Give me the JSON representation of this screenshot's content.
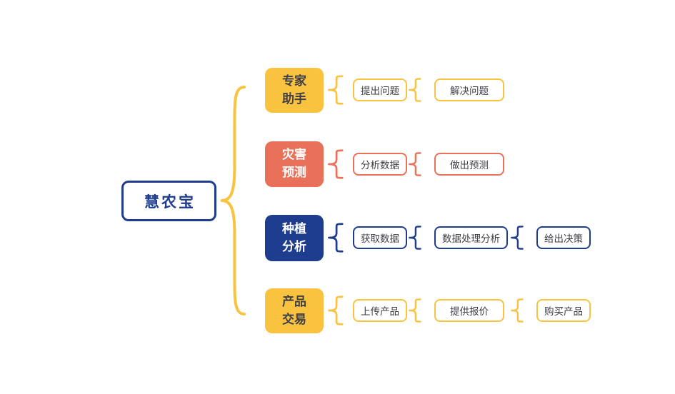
{
  "root": {
    "label": "慧农宝"
  },
  "branches": [
    {
      "label": "专家\n助手",
      "children": [
        "提出问题",
        "解决问题"
      ]
    },
    {
      "label": "灾害\n预测",
      "children": [
        "分析数据",
        "做出预测"
      ]
    },
    {
      "label": "种植\n分析",
      "children": [
        "获取数据",
        "数据处理分析",
        "给出决策"
      ]
    },
    {
      "label": "产品\n交易",
      "children": [
        "上传产品",
        "提供报价",
        "购买产品"
      ]
    }
  ],
  "colors": {
    "yellow": "#F9C340",
    "salmon": "#EA7159",
    "navy": "#1F3D8F",
    "text_dark": "#3D3D46",
    "white": "#FFFFFF",
    "background": "#FFFFFF"
  }
}
